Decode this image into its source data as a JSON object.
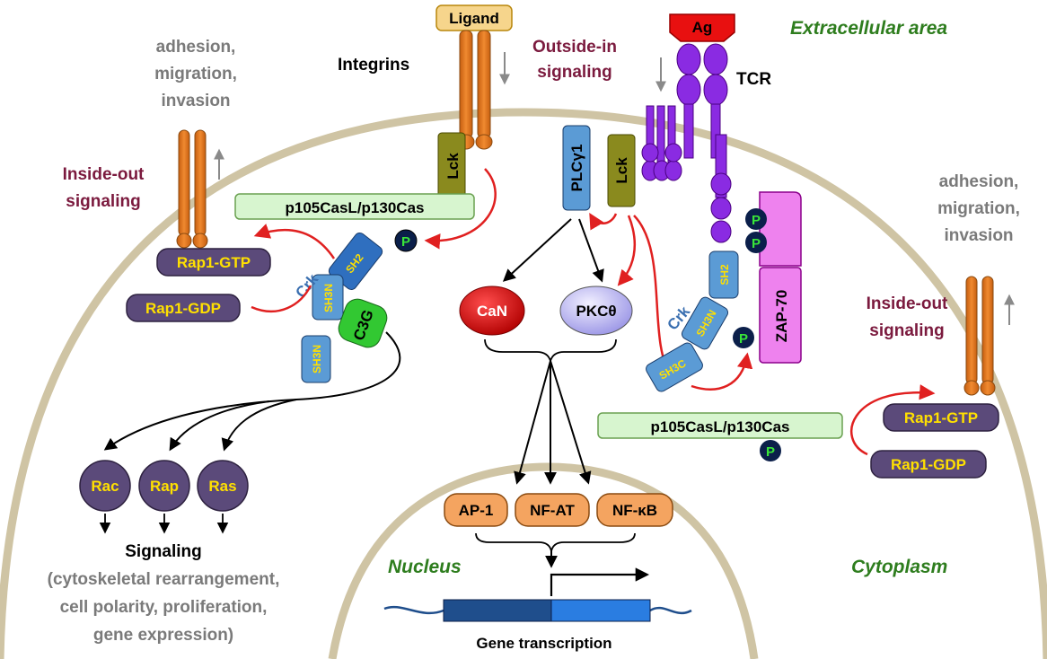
{
  "regions": {
    "extracellular": "Extracellular area",
    "cytoplasm": "Cytoplasm",
    "nucleus": "Nucleus"
  },
  "receptors": {
    "ligand": "Ligand",
    "integrins": "Integrins",
    "ag": "Ag",
    "tcr": "TCR"
  },
  "signaling": {
    "outside_in_1": "Outside-in",
    "outside_in_2": "signaling",
    "inside_out_left_1": "Inside-out",
    "inside_out_left_2": "signaling",
    "inside_out_right_1": "Inside-out",
    "inside_out_right_2": "signaling"
  },
  "adhesion_left": [
    "adhesion,",
    "migration,",
    "invasion"
  ],
  "adhesion_right": [
    "adhesion,",
    "migration,",
    "invasion"
  ],
  "proteins": {
    "lck_left": "Lck",
    "lck_mid": "Lck",
    "plcg1": "PLCγ1",
    "cas_left": "p105CasL/p130Cas",
    "cas_right": "p105CasL/p130Cas",
    "rap1gtp_left": "Rap1-GTP",
    "rap1gdp_left": "Rap1-GDP",
    "rap1gtp_right": "Rap1-GTP",
    "rap1gdp_right": "Rap1-GDP",
    "crk_left": "Crk",
    "crk_right": "Crk",
    "sh2_left": "SH2",
    "sh3n_left_1": "SH3N",
    "sh3n_left_2": "SH3N",
    "c3g": "C3G",
    "sh2_right": "SH2",
    "sh3n_right": "SH3N",
    "sh3c_right": "SH3C",
    "zap70": "ZAP-70",
    "can": "CaN",
    "pkc": "PKCθ",
    "ap1": "AP-1",
    "nfat": "NF-AT",
    "nfkb": "NF-κB",
    "rac": "Rac",
    "rap": "Rap",
    "ras": "Ras",
    "phospho": "P"
  },
  "outputs": {
    "signaling_title": "Signaling",
    "signaling_details": [
      "(cytoskeletal rearrangement,",
      "cell polarity, proliferation,",
      "gene expression)"
    ],
    "gene_transcription": "Gene transcription"
  },
  "colors": {
    "membrane": "#cfc4a4",
    "integrin": "#e07b22",
    "tcr": "#8a2be2",
    "lck": "#8a8a1e",
    "plcg": "#5b9bd5",
    "cas_fill": "#d7f5cf",
    "rap1_fill": "#5b4a7a",
    "arrow_red": "#e02020",
    "ap_fill": "#f4a460",
    "gene_dark": "#1f4e8c",
    "gene_light": "#2a7de1"
  }
}
